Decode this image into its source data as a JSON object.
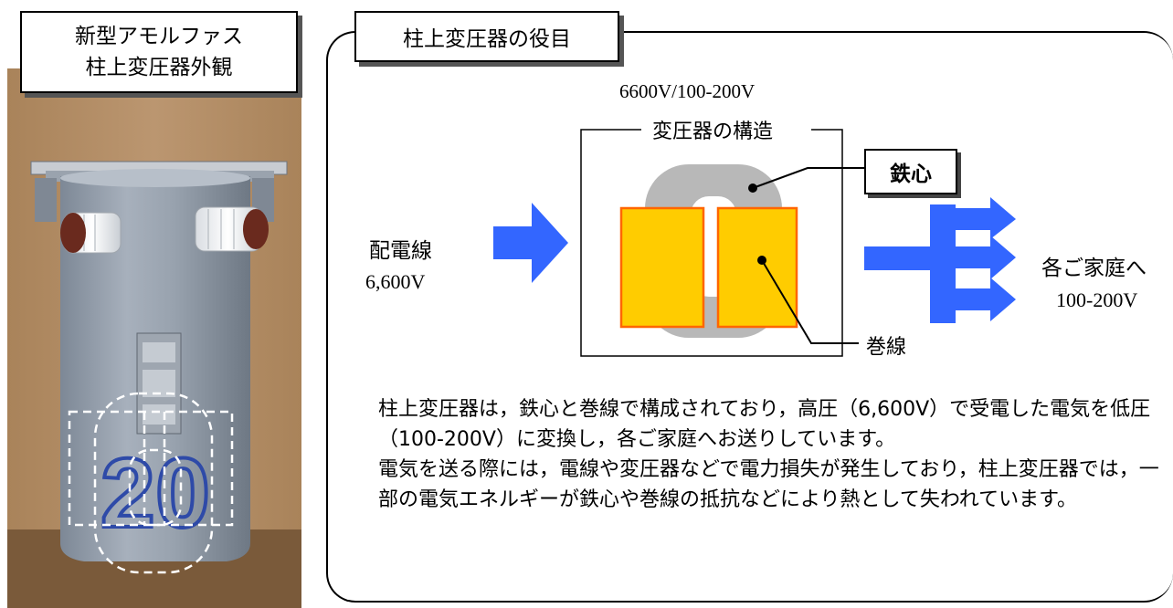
{
  "photo_label": {
    "line1": "新型アモルファス",
    "line2": "柱上変圧器外観"
  },
  "role_title": "柱上変圧器の役目",
  "diagram": {
    "rating": "6600V/100-200V",
    "structure_title": "変圧器の構造",
    "core_label": "鉄心",
    "winding_label": "巻線",
    "input_label": "配電線",
    "input_voltage": "6,600V",
    "output_label": "各ご家庭へ",
    "output_voltage": "100-200V"
  },
  "description": {
    "paragraph1": "柱上変圧器は，鉄心と巻線で構成されており，高圧（6,600V）で受電した電気を低圧（100-200V）に変換し，各ご家庭へお送りしています。",
    "paragraph2": "電気を送る際には，電線や変圧器などで電力損失が発生しており，柱上変圧器では，一部の電気エネルギーが鉄心や巻線の抵抗などにより熱として失われています。"
  },
  "photo_marking": "20",
  "colors": {
    "arrow_blue": "#3366ff",
    "winding_fill": "#ffcc00",
    "winding_border": "#ff6600",
    "core_gray": "#b8b8b8",
    "transformer_gray": "#8f9aa8"
  }
}
